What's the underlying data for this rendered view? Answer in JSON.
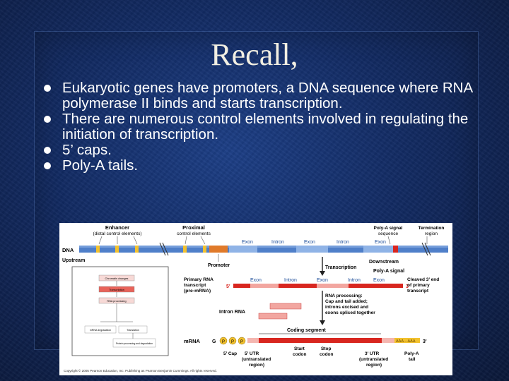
{
  "slide": {
    "title": "Recall,",
    "bullets": [
      "Eukaryotic genes have promoters, a DNA sequence where RNA polymerase II binds and starts transcription.",
      "There are numerous control elements involved in regulating the initiation of transcription.",
      "5’ caps.",
      "Poly-A tails."
    ]
  },
  "figure": {
    "labels": {
      "enhancer": "Enhancer",
      "enhancer_sub": "(distal control elements)",
      "proximal": "Proximal",
      "proximal_sub": "control elements",
      "polya_signal_seq": "Poly-A signal",
      "polya_signal_seq_sub": "sequence",
      "termination": "Termination",
      "termination_sub": "region",
      "dna": "DNA",
      "upstream": "Upstream",
      "promoter": "Promoter",
      "downstream": "Downstream",
      "exon": "Exon",
      "intron": "Intron",
      "transcription": "Transcription",
      "polya_signal": "Poly-A signal",
      "primary_rna_1": "Primary RNA",
      "primary_rna_2": "transcript",
      "primary_rna_3": "(pre-mRNA)",
      "five_prime": "5'",
      "three_prime": "3'",
      "cleaved_1": "Cleaved 3’ end",
      "cleaved_2": "of primary",
      "cleaved_3": "transcript",
      "intron_rna": "Intron RNA",
      "processing_1": "RNA processing:",
      "processing_2": "Cap and tail added;",
      "processing_3": "introns excised and",
      "processing_4": "exons spliced together",
      "coding_segment": "Coding segment",
      "mrna": "mRNA",
      "g_cap": "G",
      "p": "P",
      "aaa": "AAA···AAA",
      "cap_5": "5’ Cap",
      "utr5_1": "5’ UTR",
      "utr5_2": "(untranslated",
      "utr5_3": "region)",
      "start_1": "Start",
      "start_2": "codon",
      "stop_1": "Stop",
      "stop_2": "codon",
      "utr3_1": "3’ UTR",
      "utr3_2": "(untranslated",
      "utr3_3": "region)",
      "polya_tail_1": "Poly-A",
      "polya_tail_2": "tail",
      "copyright": "Copyright © 2005 Pearson Education, Inc. Publishing as Pearson Benjamin Cummings. All rights reserved.",
      "inset_1": "Chromatin changes",
      "inset_2": "Transcription",
      "inset_3": "RNA processing",
      "inset_4": "mRNA degradation",
      "inset_5": "Translation",
      "inset_6": "Protein processing and degradation"
    }
  },
  "colors": {
    "background": "#122a62",
    "title": "#f2efe2",
    "text": "#ffffff",
    "dna_blue": "#4f7fc9",
    "exon_light": "#8fb3e6",
    "rna_red": "#d8261f",
    "control_yellow": "#f2c12e",
    "promoter_orange": "#e07a2a"
  }
}
